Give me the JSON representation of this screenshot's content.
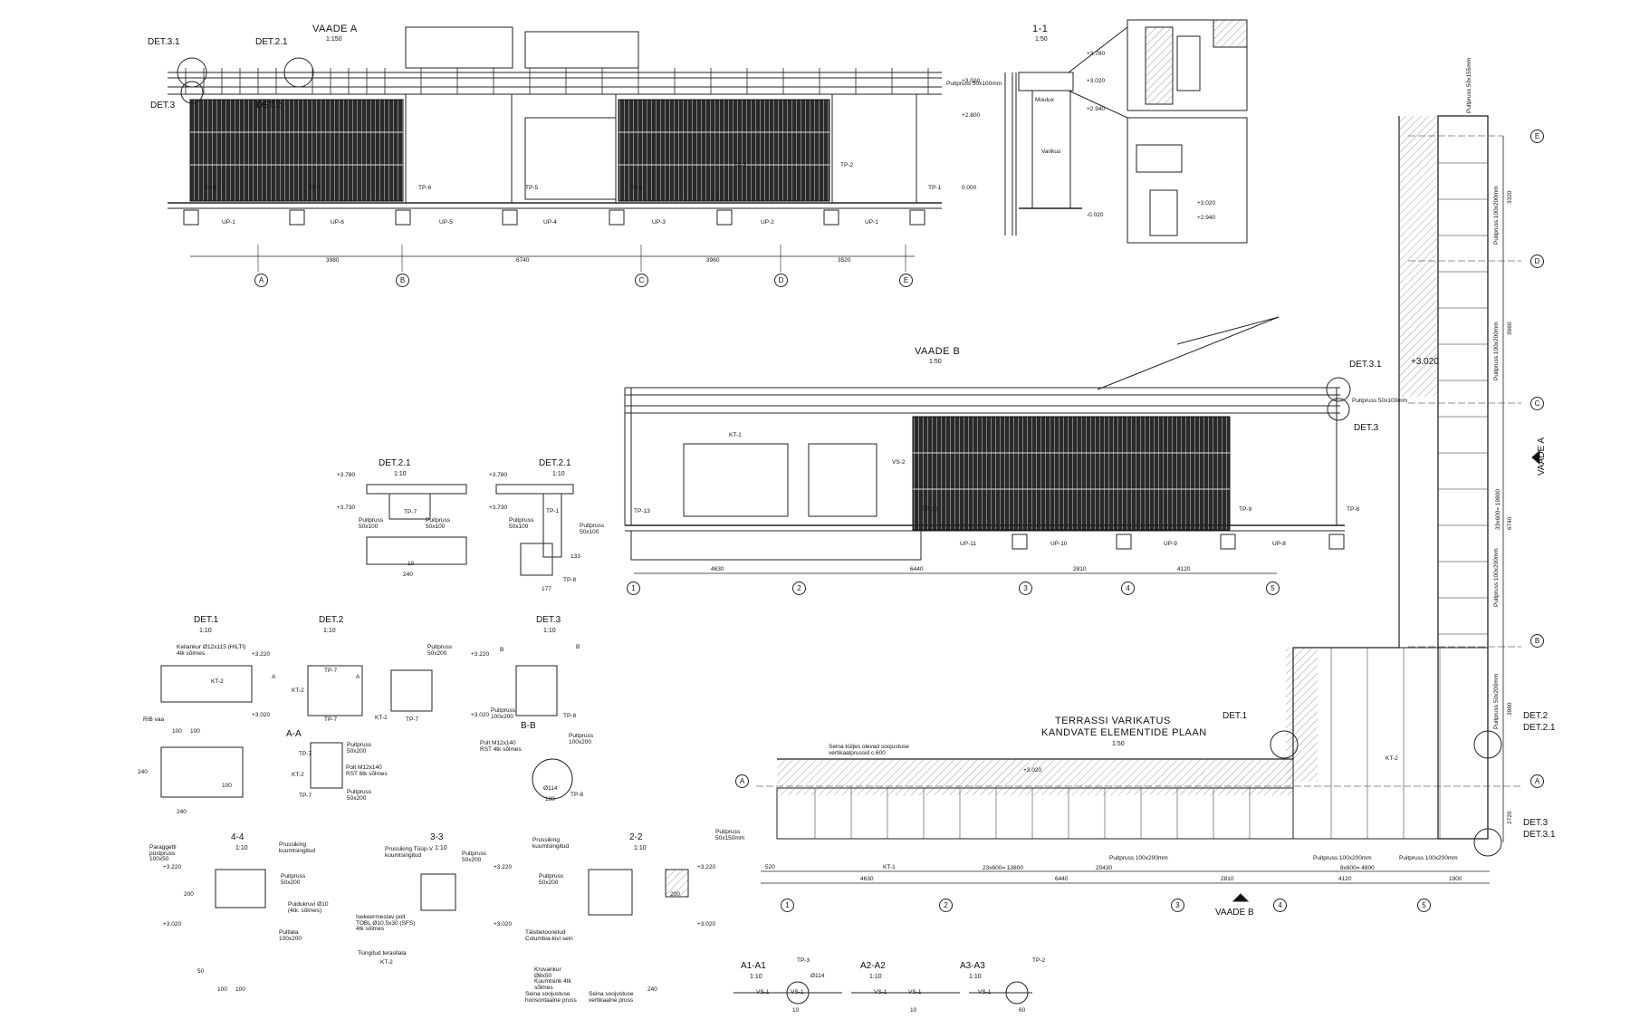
{
  "views": {
    "vaade_a": {
      "title": "VAADE A",
      "scale": "1:150",
      "det_3_1": "DET.3.1",
      "det_2_1": "DET.2.1",
      "det_3": "DET.3",
      "det_2": "DET.2",
      "dims": [
        "3980",
        "6740",
        "3960",
        "3520"
      ],
      "axes": [
        "A",
        "B",
        "C",
        "D",
        "E"
      ],
      "up_labels": [
        "UP-1",
        "UP-6",
        "UP-5",
        "UP-4",
        "UP-3",
        "UP-2",
        "UP-1"
      ],
      "tp_labels": [
        "TP-8",
        "TP-7",
        "TP-6",
        "TP-5",
        "TP-4",
        "TP-3",
        "TP-2",
        "TP-1"
      ],
      "beam_note": "Puitpruss 50x100mm"
    },
    "section_1_1": {
      "title": "1-1",
      "scale": "1:50",
      "levels": [
        "+3.780",
        "+3.020",
        "+3.020",
        "+2.800",
        "+2.940",
        "0.000",
        "-0.020",
        "+3.020",
        "+2.940"
      ],
      "note_moulus": "Moulux",
      "note_varkus": "Varikus"
    },
    "vaade_b": {
      "title": "VAADE B",
      "scale": "1:50",
      "det_3_1": "DET.3.1",
      "det_3": "DET.3",
      "beam_note": "Puitpruss 50x100mm",
      "dims": [
        "4630",
        "6440",
        "2810",
        "4120"
      ],
      "axes": [
        "1",
        "2",
        "3",
        "4",
        "5"
      ],
      "up_labels": [
        "UP-11",
        "UP-10",
        "UP-9",
        "UP-8"
      ],
      "tp_labels": [
        "TP-13",
        "TP-12",
        "TP-9",
        "TP-8"
      ],
      "kt": "KT-1",
      "vs": "VS-2"
    },
    "plan": {
      "title_1": "TERRASSI VARIKATUS",
      "title_2": "KANDVATE ELEMENTIDE PLAAN",
      "scale": "1:50",
      "note_wall": "Seina küljes olevad soojustuse vertikaalprussid c.600",
      "level": "+3.020",
      "det_1": "DET.1",
      "det_2": "DET.2",
      "det_2_1": "DET.2.1",
      "det_3": "DET.3",
      "det_3_1": "DET.3.1",
      "vaade_a": "VAADE A",
      "vaade_b": "VAADE B",
      "row_axes": [
        "E",
        "D",
        "C",
        "B",
        "A"
      ],
      "col_axes": [
        "1",
        "2",
        "3",
        "4",
        "5"
      ],
      "bottom_dims": [
        "520",
        "4630",
        "6440",
        "2810",
        "4120",
        "1900"
      ],
      "total_dim": "20430",
      "beam_bottom_1": "Puitpruss 100x200mm",
      "beam_bottom_2": "Puitpruss 100x200mm",
      "beam_bottom_3": "Puitpruss 100x200mm",
      "spacing_1": "23x600= 13800",
      "spacing_2": "8x600= 4800",
      "vert_spacing": "33x600= 19800",
      "beam_left": "Puitpruss 50x150mm",
      "beam_top": "Puitpruss 50x155mm",
      "vert_beams": [
        "Puitpruss 100x200mm",
        "Puitpruss 100x200mm",
        "Puitpruss 100x200mm",
        "Puitpruss 50x200mm"
      ],
      "right_dims": [
        "3320",
        "3960",
        "6740",
        "3980",
        "2720"
      ],
      "kt1": "KT-1",
      "kt2": "KT-2"
    },
    "det_2_1_a": {
      "title": "DET.2.1",
      "scale": "1:10",
      "levels": [
        "+3.780",
        "+3.730"
      ],
      "notes": [
        "Puitpruss 50x100",
        "Puitpruss 50x100"
      ],
      "tp": "TP-7",
      "dims": [
        "10",
        "240"
      ]
    },
    "det_2_1_b": {
      "title": "DET.2.1",
      "scale": "1:10",
      "levels": [
        "+3.780",
        "+3.730"
      ],
      "notes": [
        "Puitpruss 50x100",
        "Puitpruss 50x100"
      ],
      "tp": [
        "TP-1",
        "TP-8"
      ],
      "dims": [
        "177",
        "133"
      ]
    },
    "det_1": {
      "title": "DET.1",
      "scale": "1:10",
      "note": "Keilankur Ø12x115 (HILTI) 4tk sõlmes",
      "levels": [
        "+3.220",
        "+3.020"
      ],
      "kt": "KT-2",
      "bar": "RIB vaa",
      "dims": [
        "100",
        "100",
        "240",
        "100",
        "240"
      ]
    },
    "det_2": {
      "title": "DET.2",
      "scale": "1:10",
      "notes": [
        "Puitpruss 50x200"
      ],
      "tp": [
        "TP-7",
        "TP-7",
        "TP-7"
      ],
      "kt": [
        "KT-2",
        "KT-2"
      ],
      "marks": [
        "A",
        "A"
      ]
    },
    "det_3": {
      "title": "DET.3",
      "scale": "1:10",
      "levels": [
        "+3.220",
        "+3.020"
      ],
      "notes": [
        "Puitpruss 100x200"
      ],
      "tp": "TP-8",
      "marks": [
        "B",
        "B"
      ]
    },
    "section_aa": {
      "title": "A-A",
      "notes": [
        "Puitpruss 50x200",
        "Polt M12x140 RST 6tk sõlmes",
        "Puitpruss 50x200"
      ],
      "tp": [
        "TP-7",
        "TP-7"
      ],
      "kt": "KT-2"
    },
    "section_bb": {
      "title": "B-B",
      "notes": [
        "Polt M12x140 RST 4tk sõlmes",
        "Puitpruss 100x200"
      ],
      "tp": "TP-8",
      "dims": [
        "Ø114",
        "180"
      ]
    },
    "section_44": {
      "title": "4-4",
      "scale": "1:10",
      "notes": [
        "Paraggetti püstpruss 100x50",
        "Prussiking kuumtsingitud",
        "Puitpruss 50x200",
        "Puidukruvi Ø10 (4tk. sõlmes)",
        "Puitlala 100x200"
      ],
      "levels": [
        "+3.220",
        "+3.020"
      ],
      "dims": [
        "200",
        "100",
        "100",
        "50"
      ]
    },
    "section_33": {
      "title": "3-3",
      "scale": "1:10",
      "notes": [
        "Prussiking Tüüp-V kuumtsingitud",
        "Puitpruss 50x200",
        "Isekeermestav polt TOBL Ø10.5x30 (SFS) 4tk sõlmes",
        "Tsingitud terasllala",
        "KT-2"
      ],
      "levels": [
        "+3.220",
        "+3.020"
      ]
    },
    "section_22": {
      "title": "2-2",
      "scale": "1:10",
      "notes": [
        "Prussiking kuumtsingitud",
        "Puitpruss 50x200",
        "Täisbetoonelud Columbia-kivi sein",
        "Kruvankur Ø8x50 Kuumtsink 4tk sõlmes",
        "Seina soojustuse horisontaalne pruss",
        "Seina soojustuse vertikaalne pruss"
      ],
      "levels": [
        "+3.220",
        "+3.020"
      ],
      "dims": [
        "200",
        "240"
      ]
    },
    "section_a1": {
      "title": "A1-A1",
      "scale": "1:10",
      "vs": [
        "VS-1",
        "VS-1"
      ],
      "tp": "TP-3",
      "dims": [
        "10",
        "Ø114"
      ]
    },
    "section_a2": {
      "title": "A2-A2",
      "scale": "1:10",
      "vs": [
        "VS-1",
        "VS-1"
      ],
      "dims": [
        "10"
      ]
    },
    "section_a3": {
      "title": "A3-A3",
      "scale": "1:10",
      "vs": [
        "VS-1"
      ],
      "tp": "TP-2",
      "dims": [
        "60"
      ]
    }
  }
}
